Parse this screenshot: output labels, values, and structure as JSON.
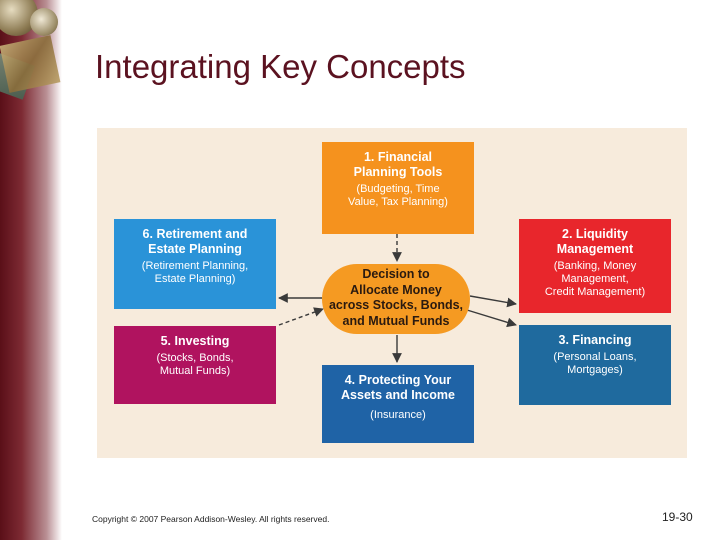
{
  "slide": {
    "title": "Integrating Key Concepts",
    "copyright": "Copyright © 2007 Pearson Addison-Wesley. All rights reserved.",
    "slide_number": "19-30"
  },
  "diagram": {
    "center": "Decision to\nAllocate Money\nacross Stocks, Bonds,\nand Mutual Funds",
    "boxes": [
      {
        "title": "1. Financial\nPlanning Tools",
        "subtitle": "(Budgeting, Time\nValue, Tax Planning)",
        "color": "#f5921e"
      },
      {
        "title": "2. Liquidity\nManagement",
        "subtitle": "(Banking, Money\nManagement,\nCredit Management)",
        "color": "#e8262c"
      },
      {
        "title": "3. Financing",
        "subtitle": "(Personal Loans,\nMortgages)",
        "color": "#1f6a9e"
      },
      {
        "title": "4. Protecting Your\nAssets and Income",
        "subtitle": "(Insurance)",
        "color": "#1f63a6"
      },
      {
        "title": "5. Investing",
        "subtitle": "(Stocks, Bonds,\nMutual Funds)",
        "color": "#b0135f"
      },
      {
        "title": "6. Retirement and\nEstate Planning",
        "subtitle": "(Retirement Planning,\nEstate Planning)",
        "color": "#2a93d8"
      }
    ],
    "panel_color": "#f7ebdc",
    "center_color": "#f59a22",
    "title_color": "#5b1220"
  }
}
